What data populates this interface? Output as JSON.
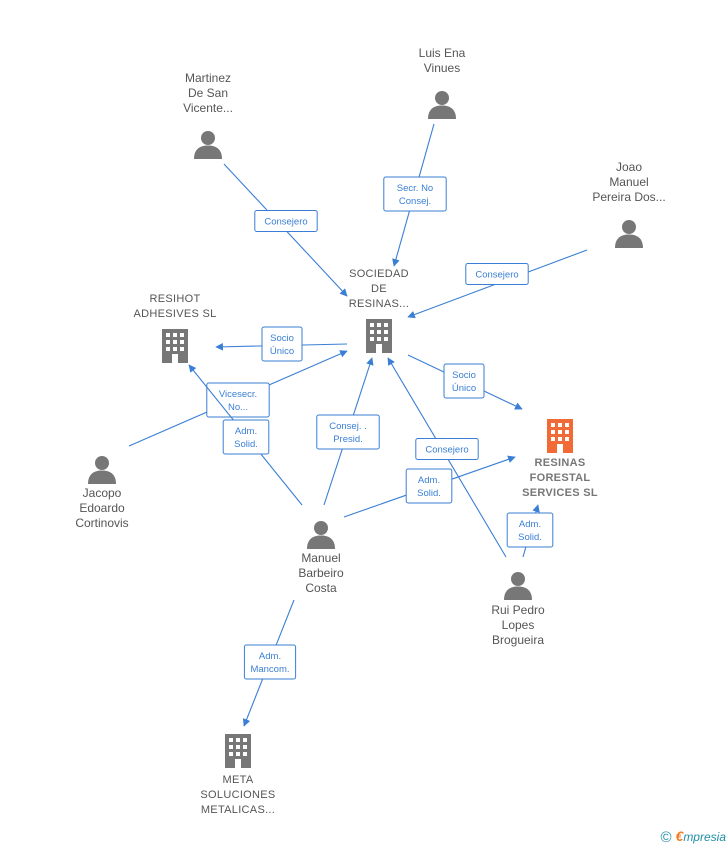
{
  "colors": {
    "edge": "#3a7fd5",
    "icon": "#777777",
    "highlight": "#f26a35"
  },
  "nodes": [
    {
      "id": "martinez",
      "type": "person",
      "lines": [
        "Martinez",
        "De San",
        "Vicente..."
      ]
    },
    {
      "id": "luis",
      "type": "person",
      "lines": [
        "Luis Ena",
        "Vinues"
      ]
    },
    {
      "id": "joao",
      "type": "person",
      "lines": [
        "Joao",
        "Manuel",
        "Pereira Dos..."
      ]
    },
    {
      "id": "sociedad",
      "type": "company",
      "lines": [
        "SOCIEDAD",
        "DE",
        "RESINAS..."
      ]
    },
    {
      "id": "resihot",
      "type": "company",
      "lines": [
        "RESIHOT",
        "ADHESIVES SL"
      ]
    },
    {
      "id": "resinas",
      "type": "company",
      "main": true,
      "lines": [
        "RESINAS",
        "FORESTAL",
        "SERVICES SL"
      ]
    },
    {
      "id": "jacopo",
      "type": "person",
      "lines": [
        "Jacopo",
        "Edoardo",
        "Cortinovis"
      ]
    },
    {
      "id": "manuel",
      "type": "person",
      "lines": [
        "Manuel",
        "Barbeiro",
        "Costa"
      ]
    },
    {
      "id": "rui",
      "type": "person",
      "lines": [
        "Rui Pedro",
        "Lopes",
        "Brogueira"
      ]
    },
    {
      "id": "meta",
      "type": "company",
      "lines": [
        "META",
        "SOLUCIONES",
        "METALICAS..."
      ]
    }
  ],
  "edges": [
    {
      "from": "martinez",
      "to": "sociedad",
      "lines": [
        "Consejero"
      ]
    },
    {
      "from": "luis",
      "to": "sociedad",
      "lines": [
        "Secr.  No",
        "Consej."
      ]
    },
    {
      "from": "joao",
      "to": "sociedad",
      "lines": [
        "Consejero"
      ]
    },
    {
      "from": "sociedad",
      "to": "resihot",
      "lines": [
        "Socio",
        "Único"
      ]
    },
    {
      "from": "sociedad",
      "to": "resinas",
      "lines": [
        "Socio",
        "Único"
      ]
    },
    {
      "from": "jacopo",
      "to": "sociedad",
      "lines": [
        "Vicesecr.",
        "No..."
      ]
    },
    {
      "from": "manuel",
      "to": "resihot",
      "lines": [
        "Adm.",
        "Solid."
      ]
    },
    {
      "from": "manuel",
      "to": "sociedad",
      "lines": [
        "Consej. .",
        "Presid."
      ]
    },
    {
      "from": "rui",
      "to": "sociedad",
      "lines": [
        "Consejero"
      ]
    },
    {
      "from": "manuel",
      "to": "resinas",
      "lines": [
        "Adm.",
        "Solid."
      ]
    },
    {
      "from": "rui",
      "to": "resinas",
      "lines": [
        "Adm.",
        "Solid."
      ]
    },
    {
      "from": "manuel",
      "to": "meta",
      "lines": [
        "Adm.",
        "Mancom."
      ]
    }
  ],
  "brand": {
    "copyright": "©",
    "initial": "€",
    "name": "mpresia"
  }
}
